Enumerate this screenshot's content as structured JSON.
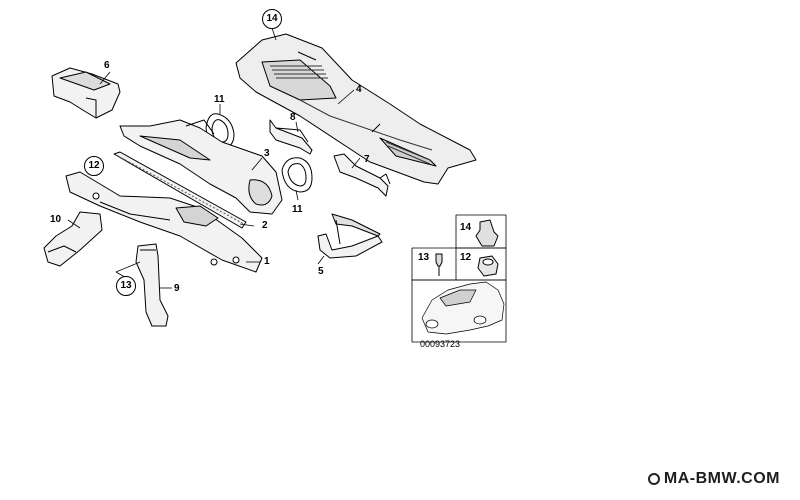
{
  "diagram": {
    "callouts": [
      {
        "id": "p1",
        "label": "1"
      },
      {
        "id": "p2",
        "label": "2"
      },
      {
        "id": "p3",
        "label": "3"
      },
      {
        "id": "p4",
        "label": "4"
      },
      {
        "id": "p5",
        "label": "5"
      },
      {
        "id": "p6",
        "label": "6"
      },
      {
        "id": "p7",
        "label": "7"
      },
      {
        "id": "p8",
        "label": "8"
      },
      {
        "id": "p9",
        "label": "9"
      },
      {
        "id": "p10",
        "label": "10"
      },
      {
        "id": "p11a",
        "label": "11"
      },
      {
        "id": "p11b",
        "label": "11"
      }
    ],
    "circled_callouts": [
      {
        "id": "c14",
        "label": "14"
      },
      {
        "id": "c12",
        "label": "12"
      },
      {
        "id": "c13",
        "label": "13"
      }
    ],
    "hardware_table": [
      {
        "label": "14"
      },
      {
        "label": "13"
      },
      {
        "label": "12"
      }
    ],
    "reference_code": "00093723",
    "watermark": "MA-BMW.COM"
  }
}
